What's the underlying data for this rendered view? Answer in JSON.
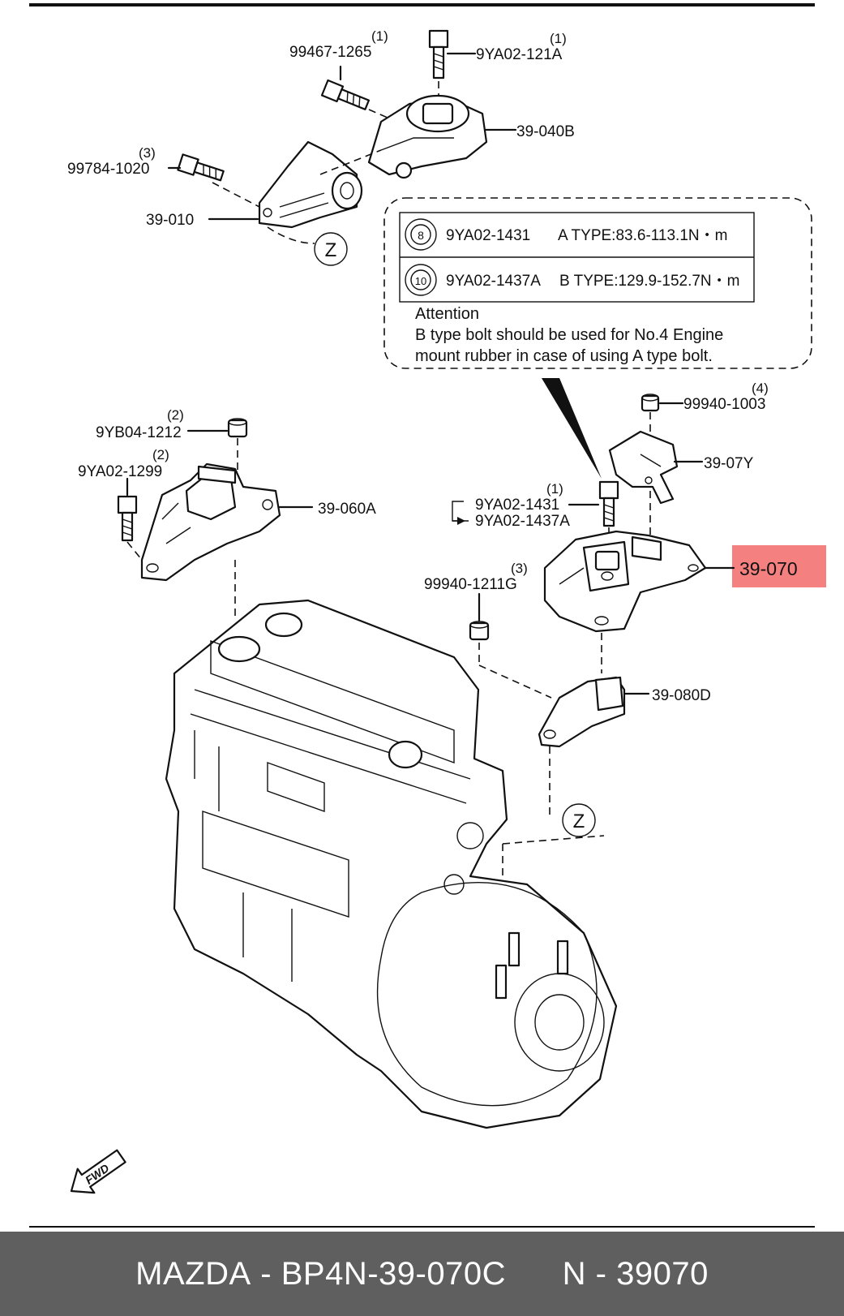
{
  "footer": {
    "brand": "MAZDA",
    "sep1": "-",
    "part_number": "BP4N-39-070C",
    "n_label": "N",
    "sep2": "-",
    "n_number": "39070"
  },
  "callouts": {
    "p99467": {
      "qty": "(1)",
      "code": "99467-1265"
    },
    "p9ya02_121a": {
      "qty": "(1)",
      "code": "9YA02-121A"
    },
    "p39_040b": {
      "code": "39-040B"
    },
    "p99784": {
      "qty": "(3)",
      "code": "99784-1020"
    },
    "p39_010": {
      "code": "39-010"
    },
    "z_top": {
      "code": "Z"
    },
    "p9yb04": {
      "qty": "(2)",
      "code": "9YB04-1212"
    },
    "p9ya02_1299": {
      "qty": "(2)",
      "code": "9YA02-1299"
    },
    "p39_060a": {
      "code": "39-060A"
    },
    "p99940_1003": {
      "qty": "(4)",
      "code": "99940-1003"
    },
    "p39_07y": {
      "code": "39-07Y"
    },
    "p9ya02_1431": {
      "qty": "(1)",
      "code": "9YA02-1431",
      "code2": "9YA02-1437A"
    },
    "p39_070": {
      "code": "39-070"
    },
    "p99940_1211g": {
      "qty": "(3)",
      "code": "99940-1211G"
    },
    "p39_080d": {
      "code": "39-080D"
    },
    "z_bottom": {
      "code": "Z"
    },
    "fwd": {
      "code": "FWD"
    }
  },
  "torque_box": {
    "rows": [
      {
        "circle": "8",
        "code": "9YA02-1431",
        "spec": "A TYPE:83.6-113.1N・m"
      },
      {
        "circle": "10",
        "code": "9YA02-1437A",
        "spec": "B TYPE:129.9-152.7N・m"
      }
    ],
    "attention_title": "Attention",
    "attention_line1": "B type bolt should be used for No.4 Engine",
    "attention_line2": "mount rubber in case of using A type bolt."
  },
  "colors": {
    "highlight": "#f26a6a",
    "footer_bg": "#5f5f5f"
  }
}
